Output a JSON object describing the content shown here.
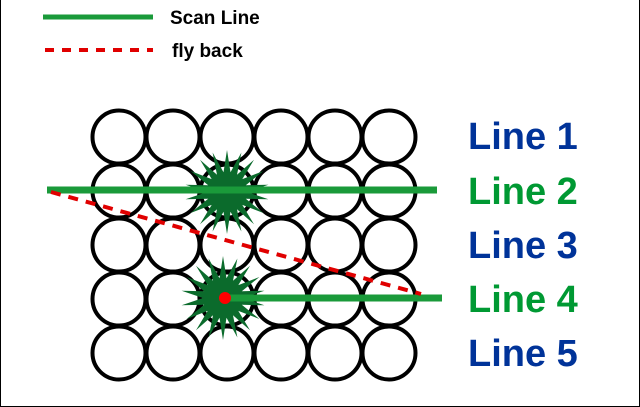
{
  "legend": {
    "scan_line_label": "Scan Line",
    "fly_back_label": "fly back"
  },
  "line_labels": [
    {
      "text": "Line 1",
      "color": "#003399"
    },
    {
      "text": "Line 2",
      "color": "#009933"
    },
    {
      "text": "Line 3",
      "color": "#003399"
    },
    {
      "text": "Line 4",
      "color": "#009933"
    },
    {
      "text": "Line 5",
      "color": "#003399"
    }
  ],
  "grid": {
    "rows": 5,
    "cols": 6
  },
  "colors": {
    "scan_line": "#1a9a3a",
    "fly_back": "#e00000",
    "burst": "#0b6b2c",
    "spot": "#ff0000",
    "circle_stroke": "#000000"
  }
}
